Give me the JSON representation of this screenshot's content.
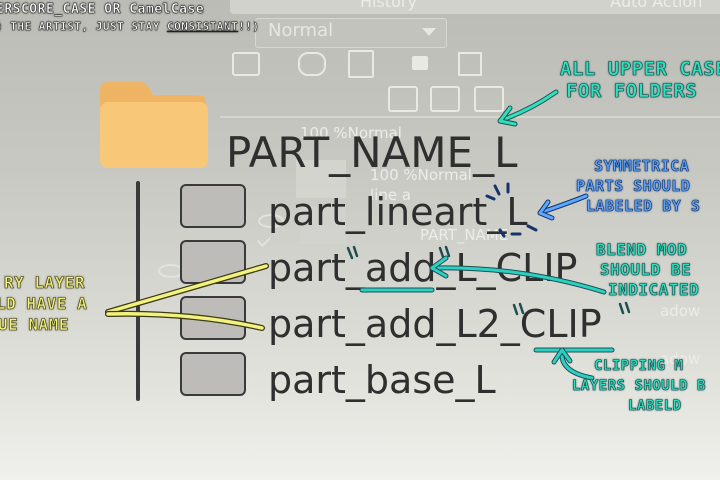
{
  "background_ui": {
    "tab_history": "History",
    "tab_auto_action": "Auto Action",
    "blend_mode": "Normal",
    "layer_rows": [
      "100 %Normal",
      "100 %Normal",
      "line a",
      "PART_NAME",
      "adow",
      "adow"
    ]
  },
  "top_note": {
    "line1": "ERSCORE_CASE OR CamelCase",
    "line2_prefix": ") THE ARTIST, JUST STAY ",
    "line2_emph": "CONSISTANT",
    "line2_suffix": "!!)"
  },
  "folder": {
    "name": "PART_NAME_L"
  },
  "layers": [
    {
      "name": "part_lineart_L"
    },
    {
      "name": "part_add_L_CLIP"
    },
    {
      "name": "part_add_L2_CLIP"
    },
    {
      "name": "part_base_L"
    }
  ],
  "notes": {
    "upper_case": [
      "ALL UPPER CASE",
      "FOR FOLDERS"
    ],
    "symmetrical": [
      "SYMMETRICA",
      "PARTS SHOULD",
      "LABELED BY S"
    ],
    "blend_modes": [
      "BLEND MOD",
      "SHOULD BE",
      "INDICATED"
    ],
    "clipping": [
      "CLIPPING M",
      "LAYERS SHOULD B",
      "LABELD"
    ],
    "unique_name": [
      "RY LAYER",
      "LD HAVE A",
      "UE NAME"
    ]
  },
  "colors": {
    "folder_body": "#f8c878",
    "folder_tab": "#eeb464",
    "text_dark": "#2f2f2f",
    "note_green": "#2fe0bc",
    "note_blue": "#5aa8ff",
    "note_yellow": "#f3f27e",
    "arrow_teal": "#2ad1c2"
  }
}
